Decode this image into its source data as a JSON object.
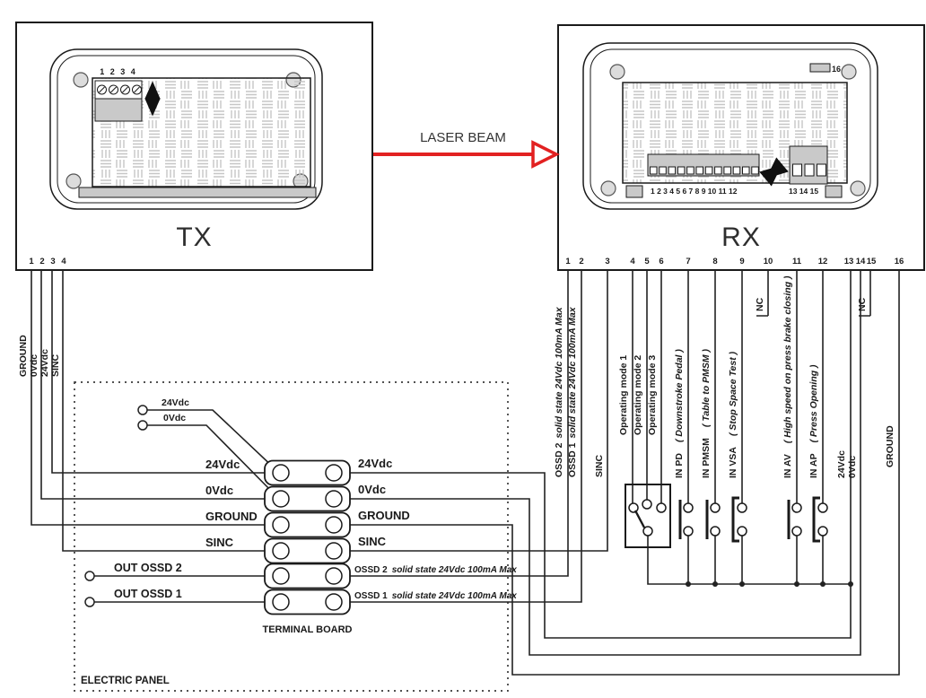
{
  "laser": {
    "label": "LASER BEAM",
    "color": "#e22121"
  },
  "tx": {
    "title": "TX",
    "block_numbers": "1 2 3 4",
    "pins": [
      "1",
      "2",
      "3",
      "4"
    ],
    "wire_labels": [
      "GROUND",
      "0Vdc",
      "24Vdc",
      "SINC"
    ]
  },
  "rx": {
    "title": "RX",
    "strip_numbers": "1 2 3 4 5 6 7 8 9 10 11 12",
    "strip2_numbers": "13 14 15",
    "connector_label": "16",
    "pins": [
      "1",
      "2",
      "3",
      "4",
      "5",
      "6",
      "7",
      "8",
      "9",
      "10",
      "11",
      "12",
      "13",
      "14",
      "15",
      "16"
    ],
    "wires": [
      {
        "pin": "1",
        "label": "OSSD 2",
        "spec": "solid state 24Vdc 100mA Max"
      },
      {
        "pin": "2",
        "label": "OSSD 1",
        "spec": "solid state 24Vdc 100mA Max"
      },
      {
        "pin": "3",
        "label": "SINC"
      },
      {
        "pin": "4",
        "label": "Operating mode 1"
      },
      {
        "pin": "5",
        "label": "Operating mode 2"
      },
      {
        "pin": "6",
        "label": "Operating mode 3"
      },
      {
        "pin": "7",
        "label": "IN PD",
        "spec": "( Downstroke Pedal )"
      },
      {
        "pin": "8",
        "label": "IN PMSM",
        "spec": "( Table to PMSM )"
      },
      {
        "pin": "9",
        "label": "IN VSA",
        "spec": "( Stop Space Test )"
      },
      {
        "pin": "10",
        "label": "NC"
      },
      {
        "pin": "11",
        "label": "IN AV",
        "spec": "( High speed on press brake closing )"
      },
      {
        "pin": "12",
        "label": "IN AP",
        "spec": "( Press Opening )"
      },
      {
        "pin": "13",
        "label": "24Vdc"
      },
      {
        "pin": "14",
        "label": "0Vdc"
      },
      {
        "pin": "15",
        "label": "NC"
      },
      {
        "pin": "16",
        "label": "GROUND"
      }
    ]
  },
  "terminal_board": {
    "title": "TERMINAL BOARD",
    "rows": [
      {
        "left": "24Vdc",
        "right": "24Vdc"
      },
      {
        "left": "0Vdc",
        "right": "0Vdc"
      },
      {
        "left": "GROUND",
        "right": "GROUND"
      },
      {
        "left": "SINC",
        "right": "SINC"
      },
      {
        "left": "OUT OSSD 2",
        "right": "OSSD 2",
        "right_spec": "solid state 24Vdc 100mA Max"
      },
      {
        "left": "OUT OSSD 1",
        "right": "OSSD 1",
        "right_spec": "solid state 24Vdc 100mA Max"
      }
    ]
  },
  "power_source": {
    "labels": [
      "24Vdc",
      "0Vdc"
    ]
  },
  "electric_panel": {
    "label": "ELECTRIC PANEL"
  }
}
